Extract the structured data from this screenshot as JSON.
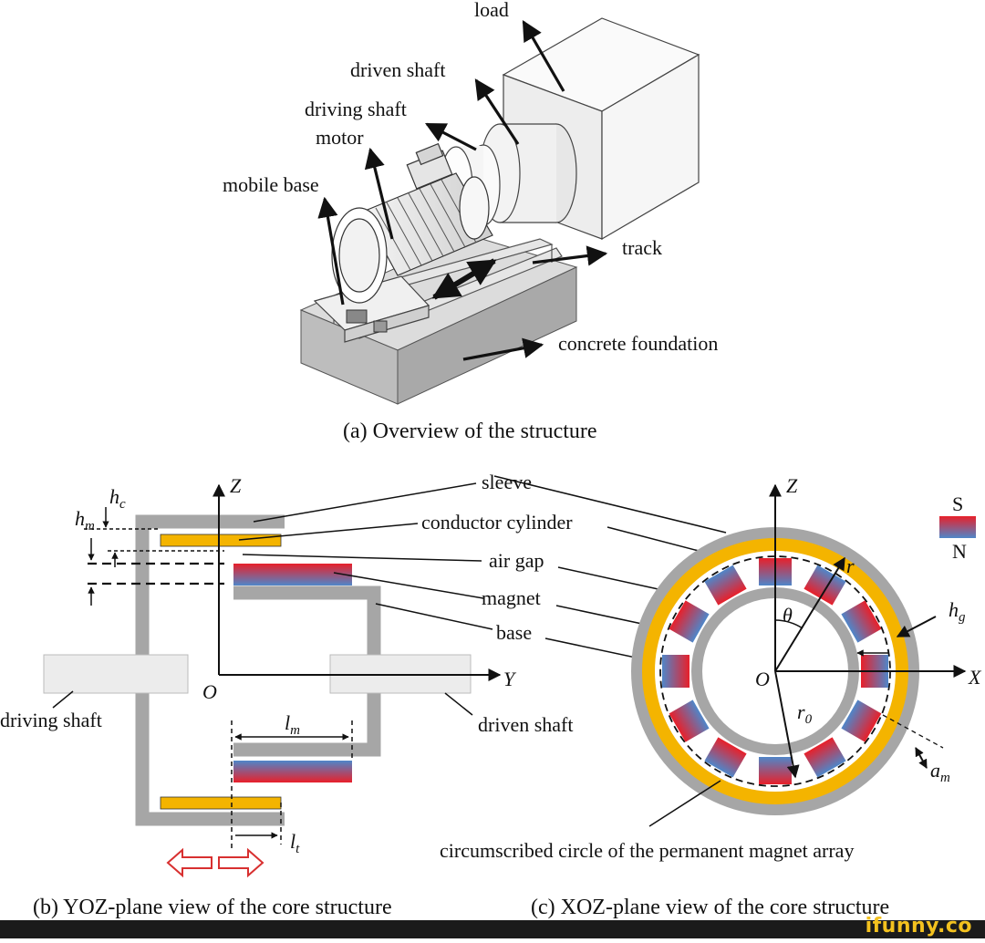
{
  "panel_a": {
    "labels": {
      "load": "load",
      "driven_shaft": "driven shaft",
      "driving_shaft": "driving shaft",
      "motor": "motor",
      "mobile_base": "mobile base",
      "track": "track",
      "concrete_foundation": "concrete foundation"
    },
    "caption": "(a) Overview of the structure"
  },
  "panel_b": {
    "labels": {
      "sleeve": "sleeve",
      "conductor_cylinder": "conductor cylinder",
      "air_gap": "air gap",
      "magnet": "magnet",
      "base": "base",
      "driving_shaft": "driving shaft",
      "driven_shaft": "driven shaft"
    },
    "axes": {
      "z": "Z",
      "y": "Y",
      "origin": "O"
    },
    "symbols": {
      "hc": "h",
      "hc_sub": "c",
      "hm": "h",
      "hm_sub": "m",
      "lm": "l",
      "lm_sub": "m",
      "lt": "l",
      "lt_sub": "t"
    },
    "caption": "(b) YOZ-plane view of the core structure"
  },
  "panel_c": {
    "axes": {
      "z": "Z",
      "x": "X",
      "origin": "O"
    },
    "symbols": {
      "r": "r",
      "theta": "θ",
      "r0": "r",
      "r0_sub": "0",
      "hg": "h",
      "hg_sub": "g",
      "am": "a",
      "am_sub": "m"
    },
    "legend": {
      "s": "S",
      "n": "N"
    },
    "label_circle": "circumscribed circle of the permanent magnet array",
    "caption": "(c) XOZ-plane view of the core structure"
  },
  "colors": {
    "sleeve": "#a6a6a6",
    "conductor": "#f4b400",
    "magnet_red": "#e8202a",
    "magnet_blue": "#4f86c9",
    "shaft_fill": "#ececec",
    "arrow": "#111111",
    "double_arrow": "#d83030"
  },
  "watermark": "ifunny.co"
}
